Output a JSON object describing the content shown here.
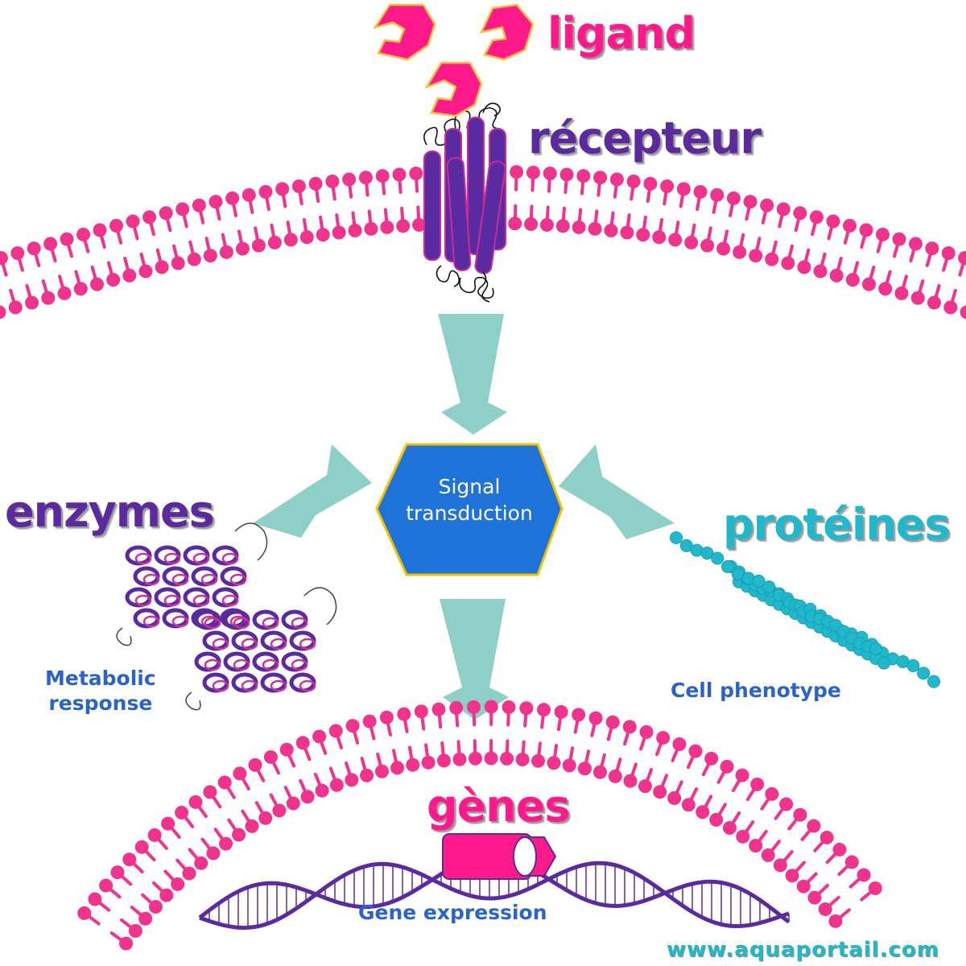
{
  "labels": {
    "ligand": "ligand",
    "recepteur": "récepteur",
    "enzymes": "enzymes",
    "proteines": "protéines",
    "genes": "gènes",
    "signal_line1": "Signal",
    "signal_line2": "transduction",
    "metabolic_line1": "Metabolic",
    "metabolic_line2": "response",
    "cell_phenotype": "Cell phenotype",
    "gene_expression": "Gene expression",
    "website": "www.aquaportail.com"
  },
  "colors": {
    "ligand": "#ff1a8c",
    "membrane": "#f0338d",
    "receptor": "#5a2aa0",
    "arrow": "#8ecfc8",
    "hexagon": "#1f72d8",
    "hexagon_border": "#f2c200",
    "label_purple": "#5b2a9c",
    "label_teal": "#22b8cc",
    "label_blue": "#2a64c8",
    "protein_bead": "#22b8cc",
    "dna": "#5a2aa0"
  }
}
